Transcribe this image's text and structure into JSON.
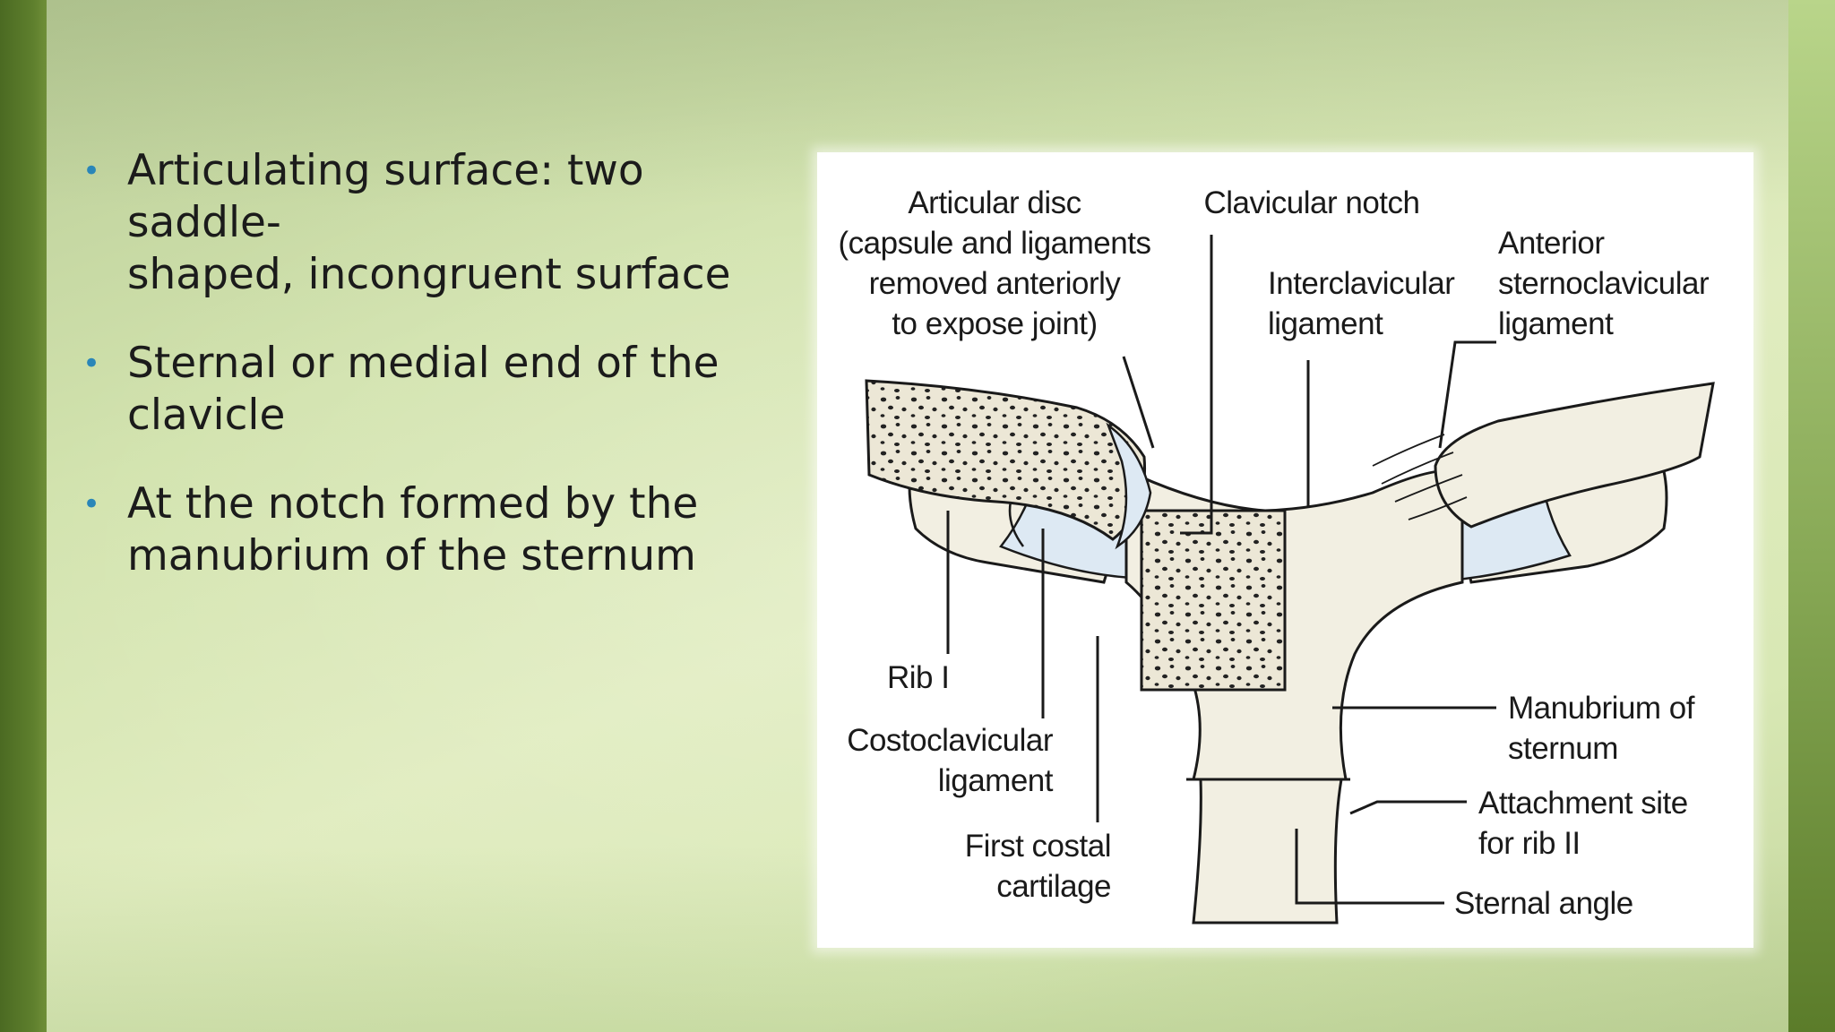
{
  "bullets": [
    {
      "line1": "Articulating surface: two saddle-",
      "line2": "shaped, incongruent surface"
    },
    {
      "line1": "Sternal or medial end of the",
      "line2": "clavicle"
    },
    {
      "line1": "At the notch formed by the",
      "line2": "manubrium of the sternum"
    }
  ],
  "bullet_symbol": "•",
  "diagram": {
    "articular_disc": [
      "Articular disc",
      "(capsule and ligaments",
      "removed anteriorly",
      "to  expose joint)"
    ],
    "clavicular_notch": "Clavicular notch",
    "interclavicular": [
      "Interclavicular",
      "ligament"
    ],
    "anterior": [
      "Anterior",
      "sternoclavicular",
      "ligament"
    ],
    "rib1": "Rib I",
    "costoclavicular": [
      "Costoclavicular",
      "ligament"
    ],
    "first_costal": [
      "First costal",
      "cartilage"
    ],
    "manubrium": [
      "Manubrium of",
      "sternum"
    ],
    "attachment": [
      "Attachment site",
      "for rib II"
    ],
    "sternal_angle": "Sternal angle"
  },
  "colors": {
    "bullet": "#2a86b8",
    "bone": "#f2efe2",
    "cartilage": "#dde9f3",
    "ink": "#1a1a1a",
    "sidebar_left": "#4b6a22"
  }
}
